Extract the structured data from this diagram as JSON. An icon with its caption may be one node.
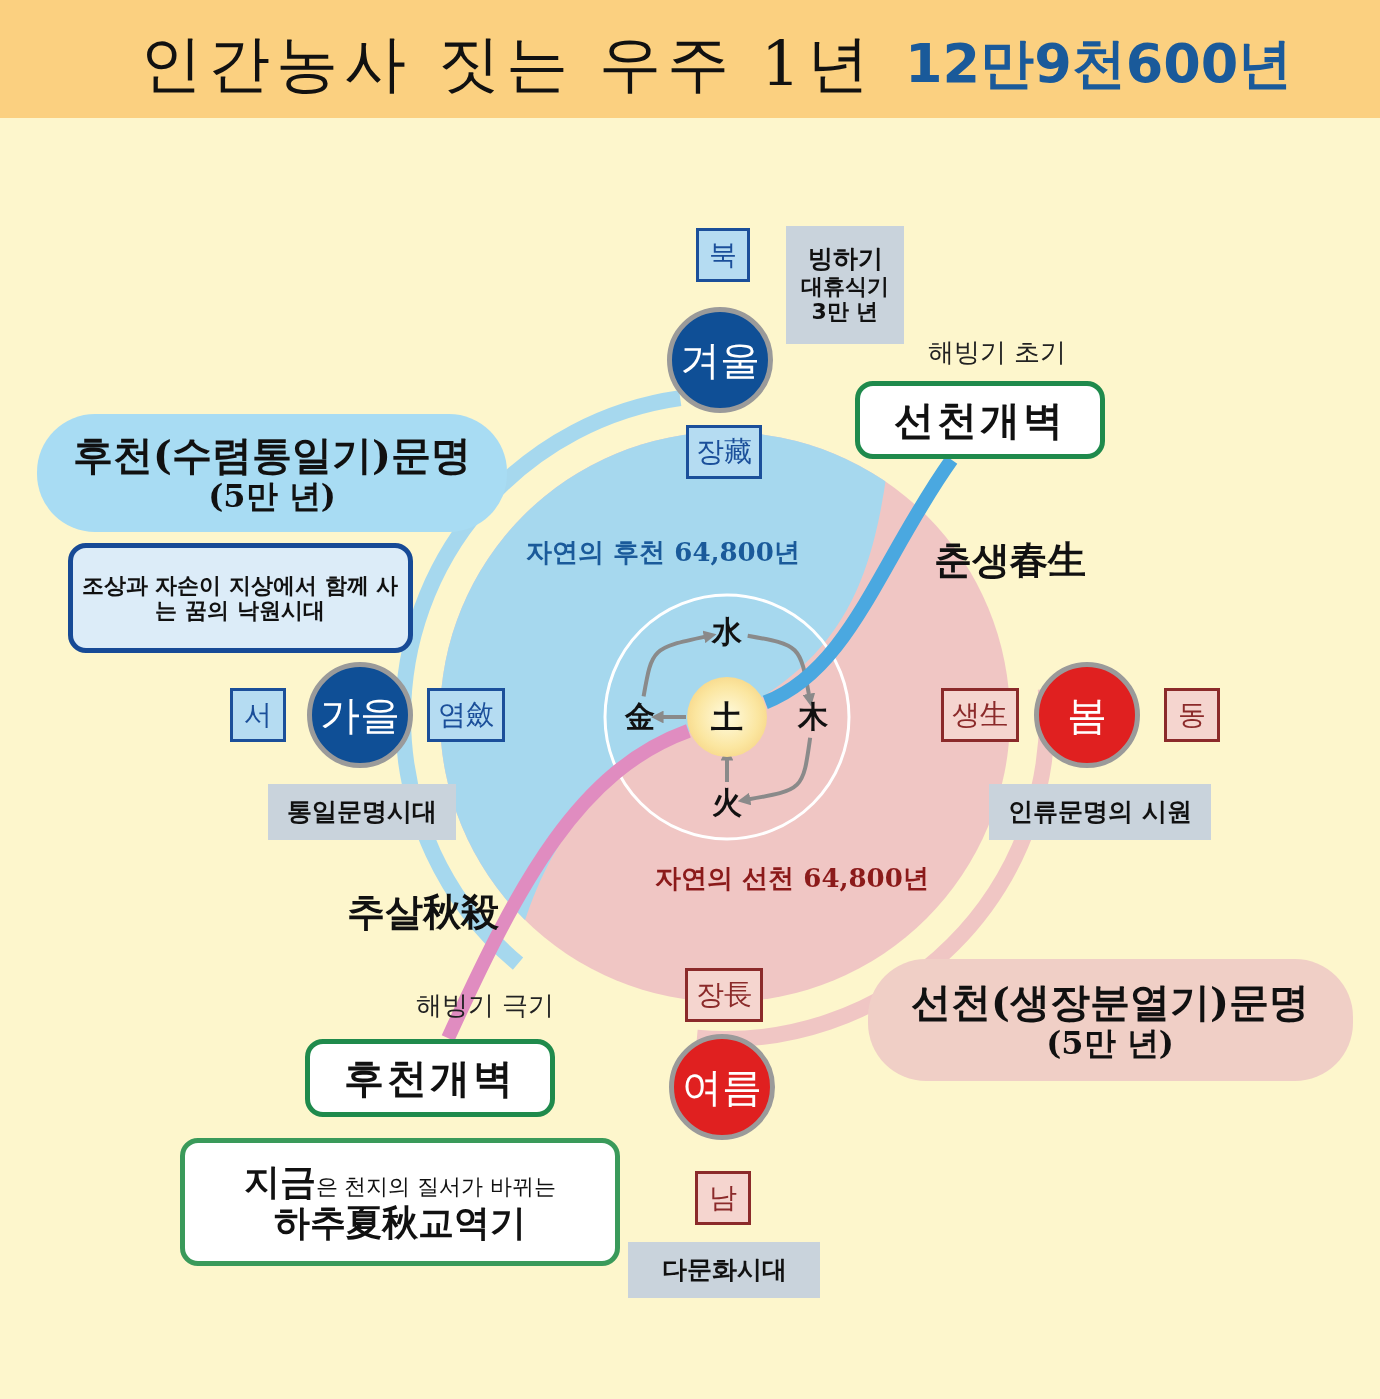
{
  "diagram": {
    "title": "인간농사 짓는 우주 1년",
    "nodes": [
      {
        "text": [
          "북"
        ]
      },
      {
        "text": [
          "빙하기",
          "대휴식기 3만 년"
        ]
      },
      {
        "text": [
          "겨울"
        ]
      },
      {
        "text": [
          "선천개벽"
        ],
        "beside": [
          "해빙기 초기"
        ]
      },
      {
        "text": [
          "후천(수렴통일기)문명",
          "(5만 년)"
        ]
      },
      {
        "text": [
          "장藏"
        ]
      },
      {
        "text": [
          "조상과 자손이 지상에서 함께 사는 꿈의 낙원시대"
        ]
      },
      {
        "text": [
          "水"
        ]
      },
      {
        "text": [
          "金"
        ]
      },
      {
        "text": [
          "土"
        ]
      },
      {
        "text": [
          "木"
        ]
      },
      {
        "text": [
          "火"
        ]
      },
      {
        "text": [
          "서"
        ]
      },
      {
        "text": [
          "가을"
        ]
      },
      {
        "text": [
          "염斂"
        ]
      },
      {
        "text": [
          "생生"
        ]
      },
      {
        "text": [
          "봄"
        ]
      },
      {
        "text": [
          "동"
        ]
      },
      {
        "text": [
          "통일문명시대"
        ]
      },
      {
        "text": [
          "인류문명의 시원"
        ]
      },
      {
        "text": [
          "장長"
        ]
      },
      {
        "text": [
          "선천(생장분열기)문명",
          "(5만 년)"
        ]
      },
      {
        "text": [
          "후천개벽"
        ],
        "beside": [
          "해빙기 극기"
        ]
      },
      {
        "text": [
          "여름"
        ]
      },
      {
        "text": [
          "**지금**은 천지의 질서가 바뀌는 **하추夏秋교역기**"
        ]
      },
      {
        "text": [
          "남"
        ]
      },
      {
        "text": [
          "다문화시대"
        ]
      }
    ],
    "edges": [
      {
        "from": 7,
        "to": 10,
        "arrow": "to"
      },
      {
        "from": 10,
        "to": 11,
        "arrow": "to"
      },
      {
        "from": 11,
        "to": 9,
        "arrow": "to"
      },
      {
        "from": 9,
        "to": 8,
        "arrow": "to"
      },
      {
        "from": 8,
        "to": 7,
        "arrow": "to"
      },
      {
        "from": 3,
        "to": 9,
        "arrow": "none",
        "style": "thick",
        "color": "#4aa8e0"
      },
      {
        "from": 22,
        "to": 9,
        "arrow": "none",
        "style": "thick",
        "color": "#e08cc0"
      }
    ],
    "labels": [
      "12만9천600년",
      "자연의 후천 64,800년",
      "춘생春生",
      "자연의 선천 64,800년",
      "추살秋殺"
    ]
  }
}
